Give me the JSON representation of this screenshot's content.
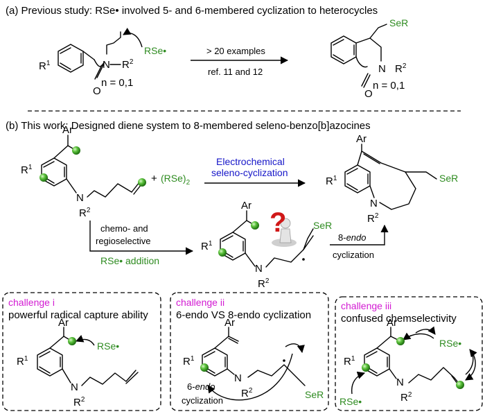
{
  "section_a": {
    "title": "(a) Previous study: RSe• involved 5- and 6-membered cyclization to heterocycles",
    "arrow_top": "> 20 examples",
    "arrow_bottom": "ref. 11 and 12",
    "n_label": "n = 0,1",
    "n_label_product": "n = 0,1"
  },
  "section_b": {
    "title": "(b) This work: Designed diene system to 8-membered seleno-benzo[b]azocines",
    "reagent": "(RSe)2",
    "plus": "+",
    "electro_line1": "Electrochemical",
    "electro_line2": "seleno-cyclization",
    "chemo_line1": "chemo- and",
    "chemo_line2": "regioselective",
    "addition": "RSe• addition",
    "endo_line1": "8-endo",
    "endo_line2": "cyclization"
  },
  "labels": {
    "ar": "Ar",
    "r1": "R1",
    "r2": "R2",
    "n": "N",
    "o": "O",
    "rse": "RSe•",
    "ser": "SeR",
    "question": "?"
  },
  "challenges": [
    {
      "heading": "challenge i",
      "text": "powerful radical capture ability"
    },
    {
      "heading": "challenge ii",
      "text": "6-endo VS 8-endo cyclization",
      "note_line1": "6-endo",
      "note_line2": "cyclization"
    },
    {
      "heading": "challenge iii",
      "text": "confused chemselectivity"
    }
  ],
  "colors": {
    "green": "#2e8b20",
    "blue": "#1515c8",
    "magenta": "#d21ad2",
    "question_red": "#d01818"
  }
}
